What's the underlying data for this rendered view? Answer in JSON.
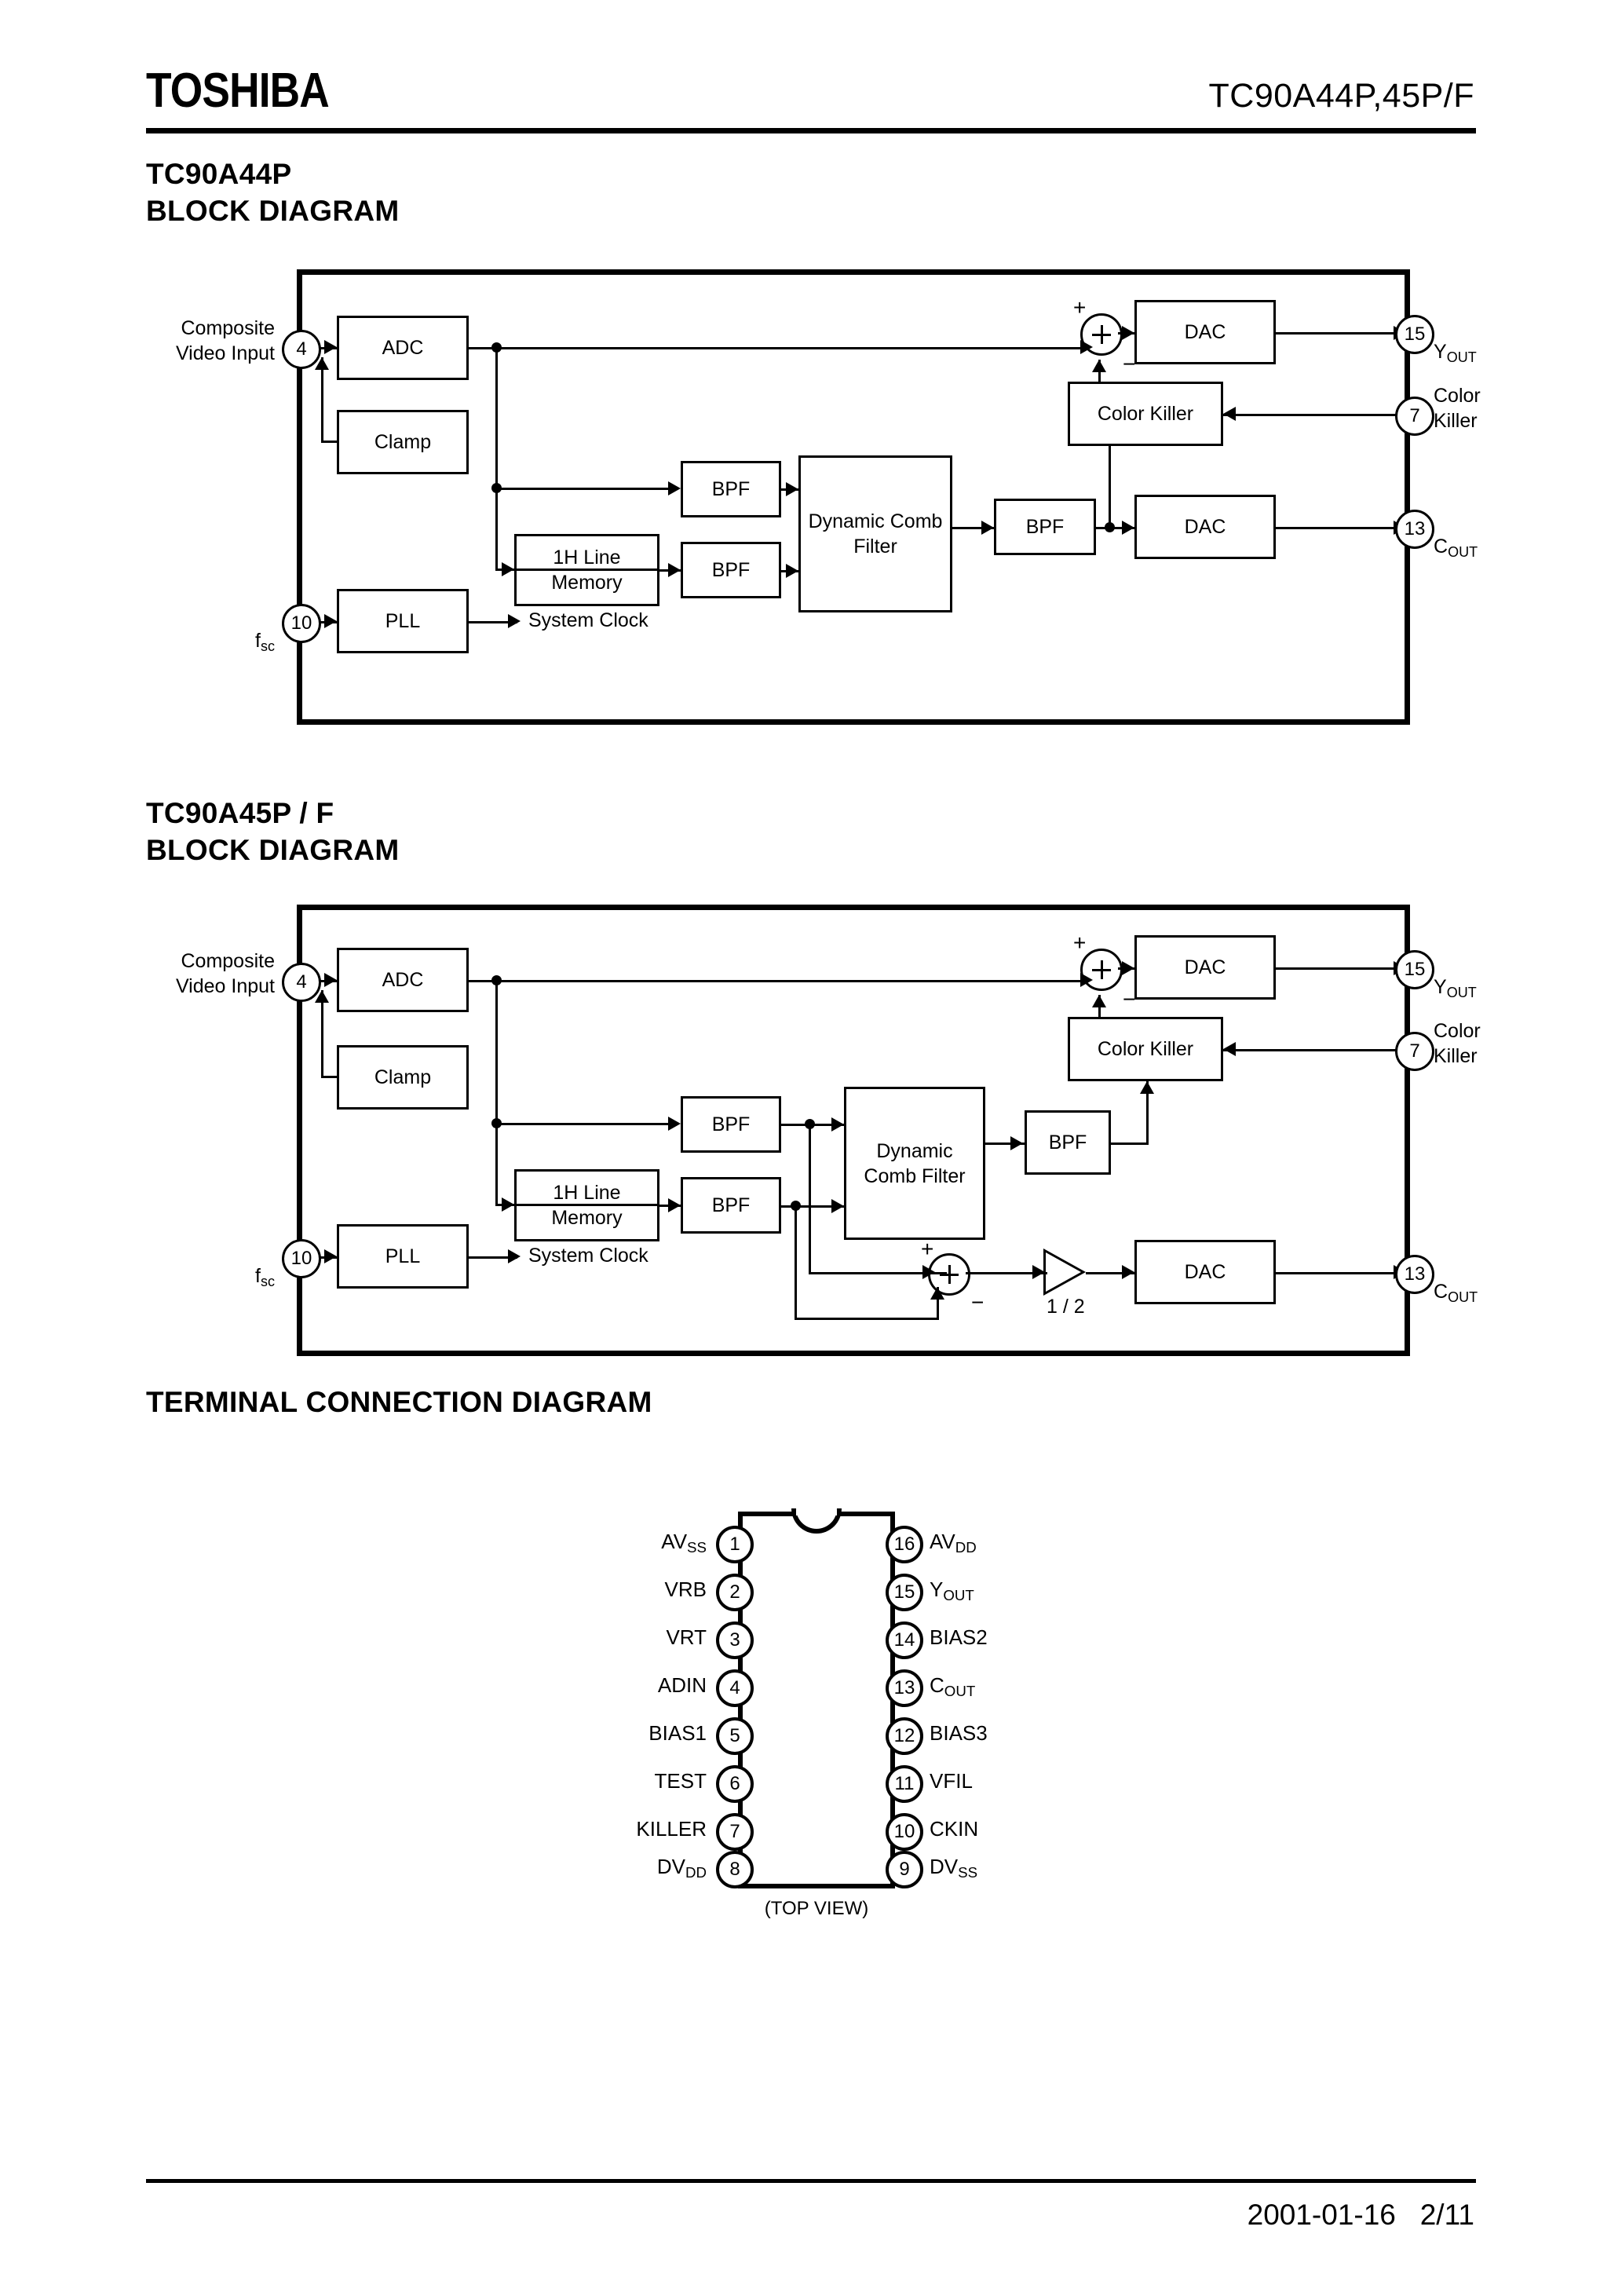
{
  "header": {
    "logo": "TOSHIBA",
    "part_number": "TC90A44P,45P/F"
  },
  "sections": {
    "diagram1_heading": "TC90A44P\nBLOCK DIAGRAM",
    "diagram2_heading": "TC90A45P / F\nBLOCK DIAGRAM",
    "terminal_heading": "TERMINAL CONNECTION DIAGRAM"
  },
  "diagram1": {
    "input_label": "Composite\nVideo Input",
    "input_pin": "4",
    "fsc_label": "f",
    "fsc_sub": "sc",
    "fsc_pin": "10",
    "blocks": {
      "adc": "ADC",
      "clamp": "Clamp",
      "pll": "PLL",
      "line_memory": "1H Line\nMemory",
      "bpf_top": "BPF",
      "bpf_bottom": "BPF",
      "comb": "Dynamic Comb\nFilter",
      "bpf_out": "BPF",
      "color_killer": "Color Killer",
      "dac_y": "DAC",
      "dac_c": "DAC"
    },
    "system_clock": "System Clock",
    "sum_plus": "+",
    "sum_minus": "−",
    "outputs": {
      "y_pin": "15",
      "y_label": "Y",
      "y_sub": "OUT",
      "killer_pin": "7",
      "killer_label": "Color\nKiller",
      "c_pin": "13",
      "c_label": "C",
      "c_sub": "OUT"
    }
  },
  "diagram2": {
    "input_label": "Composite\nVideo Input",
    "input_pin": "4",
    "fsc_label": "f",
    "fsc_sub": "sc",
    "fsc_pin": "10",
    "blocks": {
      "adc": "ADC",
      "clamp": "Clamp",
      "pll": "PLL",
      "line_memory": "1H Line\nMemory",
      "bpf_top": "BPF",
      "bpf_bottom": "BPF",
      "comb": "Dynamic\nComb Filter",
      "bpf_out": "BPF",
      "color_killer": "Color Killer",
      "dac_y": "DAC",
      "dac_c": "DAC"
    },
    "system_clock": "System Clock",
    "sum_plus": "+",
    "sum_minus": "−",
    "sum2_plus": "+",
    "sum2_minus": "−",
    "amp_gain": "1 / 2",
    "outputs": {
      "y_pin": "15",
      "y_label": "Y",
      "y_sub": "OUT",
      "killer_pin": "7",
      "killer_label": "Color\nKiller",
      "c_pin": "13",
      "c_label": "C",
      "c_sub": "OUT"
    }
  },
  "terminal": {
    "view_label": "(TOP VIEW)",
    "left_pins": [
      {
        "num": "1",
        "name": "AV",
        "sub": "SS"
      },
      {
        "num": "2",
        "name": "VRB",
        "sub": ""
      },
      {
        "num": "3",
        "name": "VRT",
        "sub": ""
      },
      {
        "num": "4",
        "name": "ADIN",
        "sub": ""
      },
      {
        "num": "5",
        "name": "BIAS1",
        "sub": ""
      },
      {
        "num": "6",
        "name": "TEST",
        "sub": ""
      },
      {
        "num": "7",
        "name": "KILLER",
        "sub": ""
      },
      {
        "num": "8",
        "name": "DV",
        "sub": "DD"
      }
    ],
    "right_pins": [
      {
        "num": "16",
        "name": "AV",
        "sub": "DD"
      },
      {
        "num": "15",
        "name": "Y",
        "sub": "OUT"
      },
      {
        "num": "14",
        "name": "BIAS2",
        "sub": ""
      },
      {
        "num": "13",
        "name": "C",
        "sub": "OUT"
      },
      {
        "num": "12",
        "name": "BIAS3",
        "sub": ""
      },
      {
        "num": "11",
        "name": "VFIL",
        "sub": ""
      },
      {
        "num": "10",
        "name": "CKIN",
        "sub": ""
      },
      {
        "num": "9",
        "name": "DV",
        "sub": "SS"
      }
    ]
  },
  "footer": {
    "text": "2001-01-16   2/11"
  }
}
